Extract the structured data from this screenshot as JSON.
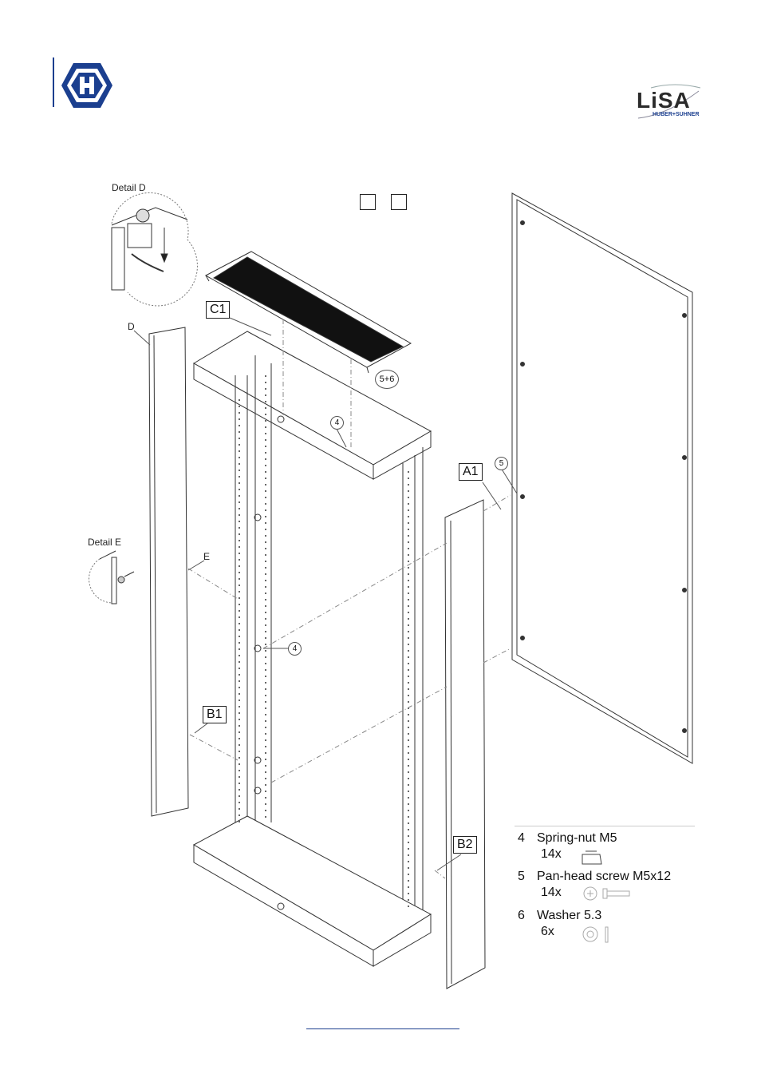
{
  "header": {
    "brand_color": "#1b3f8f",
    "left_logo_icon": "hs-hexagon-logo-icon",
    "right_logo_icon": "lisa-logo-icon",
    "right_logo_text": "LiSA",
    "right_logo_subtext": "HUBER+SUHNER"
  },
  "drawing": {
    "detail_d_label": "Detail D",
    "detail_e_label": "Detail E",
    "callout_d": "D",
    "callout_e": "E",
    "panel_labels": {
      "c1": "C1",
      "a1": "A1",
      "b1": "B1",
      "b2": "B2"
    },
    "part_callouts": {
      "top_5_6": "5+6",
      "top_4": "4",
      "side_5": "5",
      "mid_4": "4"
    }
  },
  "parts_list": [
    {
      "number": "4",
      "name": "Spring-nut M5",
      "quantity": "14x",
      "icon": "spring-nut-icon"
    },
    {
      "number": "5",
      "name": "Pan-head screw M5x12",
      "quantity": "14x",
      "icon": "pan-head-screw-icon"
    },
    {
      "number": "6",
      "name": "Washer 5.3",
      "quantity": "6x",
      "icon": "washer-icon"
    }
  ]
}
